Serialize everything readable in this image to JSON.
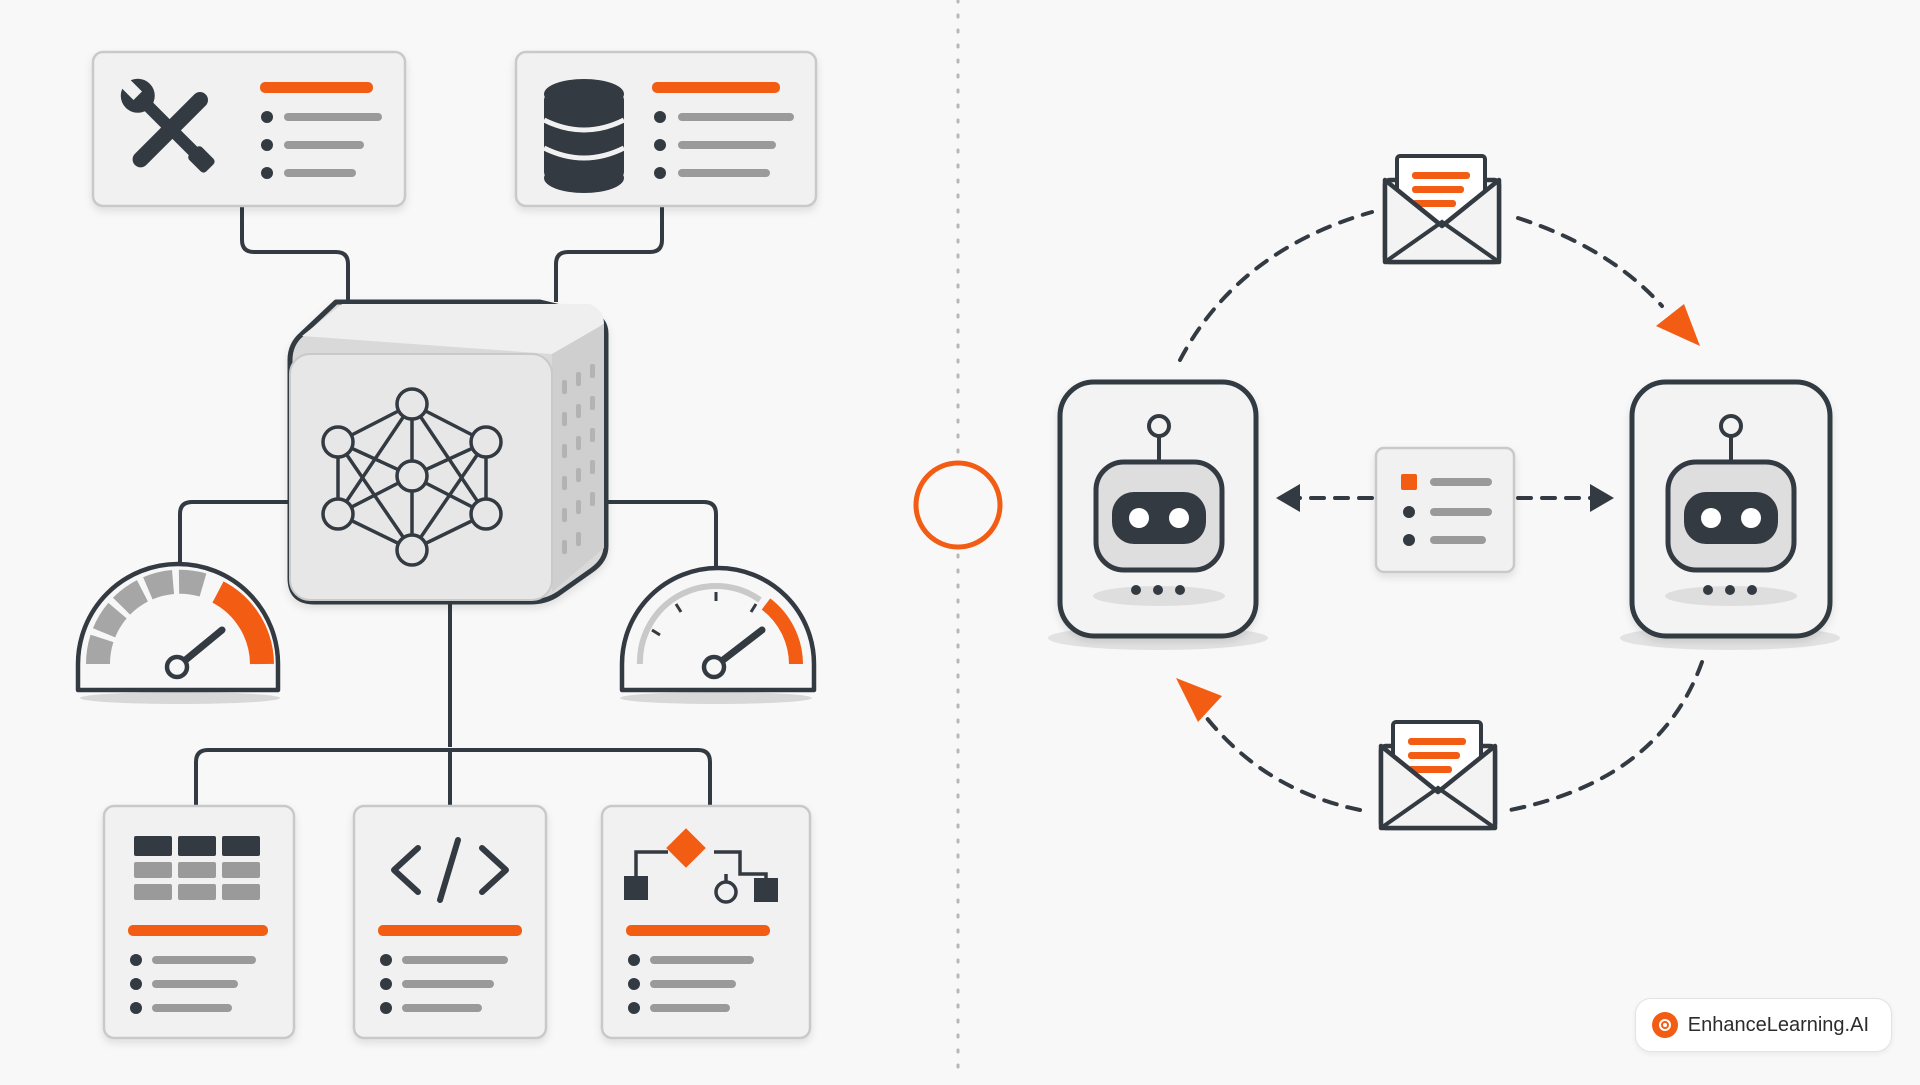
{
  "colors": {
    "accent": "#f25c13",
    "ink": "#333a42",
    "panel": "#f1f1f1",
    "panel_border": "#c9c9c9",
    "line_gray": "#9a9a9a",
    "background": "#f8f8f8"
  },
  "left_section": {
    "core_block": {
      "icon": "neural-network-icon"
    },
    "top_cards": [
      {
        "icon": "tools-icon",
        "list_items": 3
      },
      {
        "icon": "database-icon",
        "list_items": 3
      }
    ],
    "gauges": [
      {
        "icon": "speedometer-icon",
        "level": 0.75
      },
      {
        "icon": "speedometer-icon",
        "level": 0.8
      }
    ],
    "bottom_cards": [
      {
        "icon": "table-icon",
        "list_items": 3
      },
      {
        "icon": "code-icon",
        "list_items": 3
      },
      {
        "icon": "flowchart-icon",
        "list_items": 3
      }
    ]
  },
  "divider": {
    "marker": "circle-marker"
  },
  "right_section": {
    "agents": [
      {
        "icon": "robot-icon"
      },
      {
        "icon": "robot-icon"
      }
    ],
    "shared_message": {
      "icon": "message-card-icon",
      "list_items": 3
    },
    "envelopes": [
      {
        "icon": "envelope-icon",
        "position": "top"
      },
      {
        "icon": "envelope-icon",
        "position": "bottom"
      }
    ]
  },
  "branding": {
    "label": "EnhanceLearning.AI"
  }
}
